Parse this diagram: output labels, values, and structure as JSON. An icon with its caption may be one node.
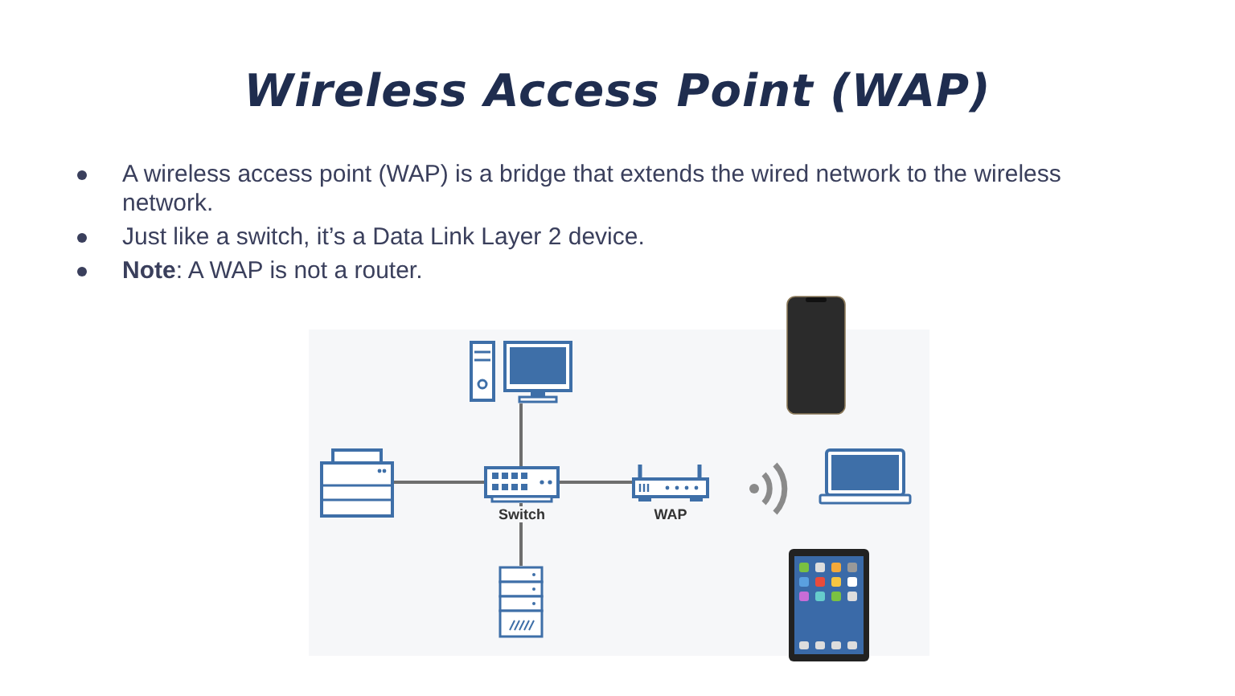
{
  "diagram": {
    "title": "Wireless Access Point (WAP)",
    "nodes": [
      {
        "text": [],
        "shape": "computer"
      },
      {
        "text": [],
        "shape": "printer"
      },
      {
        "text": [
          "Switch"
        ]
      },
      {
        "text": [
          "WAP"
        ]
      },
      {
        "text": [],
        "shape": "server"
      }
    ],
    "edges": [
      {
        "from": 0,
        "to": 2,
        "arrow": "none"
      },
      {
        "from": 1,
        "to": 2,
        "arrow": "none"
      },
      {
        "from": 2,
        "to": 3,
        "arrow": "none"
      },
      {
        "from": 2,
        "to": 4,
        "arrow": "none"
      }
    ],
    "labels": [
      "A wireless access point (WAP) is a bridge that extends the wired network to the wireless network.",
      "Just like a switch, it’s a Data Link Layer 2 device.",
      "**Note**: A WAP is not a router."
    ]
  }
}
